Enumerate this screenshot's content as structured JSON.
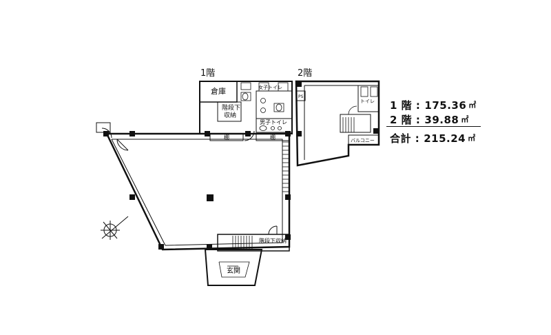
{
  "floor_labels": {
    "first": "1階",
    "second": "2階"
  },
  "rooms": {
    "storage": "倉庫",
    "under_stairs_line1": "階段下",
    "under_stairs_line2": "収納",
    "womens_toilet": "女子トイレ",
    "mens_toilet": "男子トイレ",
    "shelf_left": "棚",
    "shelf_right": "棚",
    "under_stairs_storage": "階段下収納",
    "entrance": "玄関",
    "ps": "PS",
    "toilet_2f": "トイレ",
    "balcony": "バルコニー"
  },
  "areas": {
    "first": {
      "label": "1 階 :",
      "value": "175.36",
      "unit": "㎡"
    },
    "second": {
      "label": "2 階 :",
      "value": "39.88",
      "unit": "㎡"
    },
    "total": {
      "label": "合計 :",
      "value": "215.24",
      "unit": "㎡"
    }
  }
}
